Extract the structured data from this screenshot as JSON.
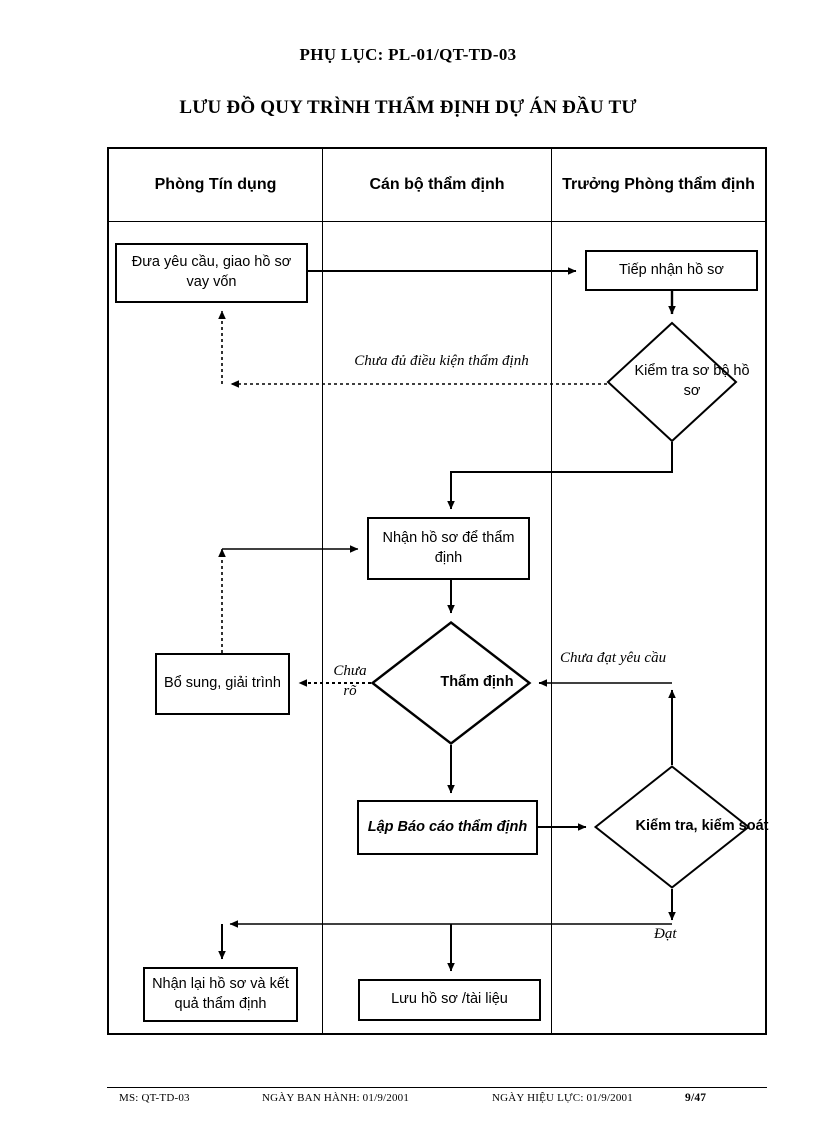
{
  "document": {
    "title_appendix": "PHỤ LỤC:  PL-01/QT-TD-03",
    "title_main": "LƯU ĐỒ QUY TRÌNH THẨM ĐỊNH DỰ ÁN ĐẦU TƯ"
  },
  "lanes": [
    {
      "id": "phong-tin-dung",
      "label": "Phòng Tín dụng"
    },
    {
      "id": "can-bo-tham-dinh",
      "label": "Cán bộ thẩm định"
    },
    {
      "id": "truong-phong-tham-dinh",
      "label": "Trưởng Phòng thẩm định"
    }
  ],
  "nodes": [
    {
      "id": "dua-yeu-cau",
      "label": "Đưa yêu cầu, giao hồ sơ vay vốn",
      "shape": "rect",
      "lane": 0
    },
    {
      "id": "tiep-nhan-ho-so",
      "label": "Tiếp nhận hồ sơ",
      "shape": "rect",
      "lane": 2
    },
    {
      "id": "kiem-tra-so-bo",
      "label": "Kiểm tra sơ bộ hồ sơ",
      "shape": "diamond",
      "lane": 2
    },
    {
      "id": "nhan-ho-so-de-tham-dinh",
      "label": "Nhận hồ sơ để thẩm định",
      "shape": "rect",
      "lane": 1
    },
    {
      "id": "bo-sung-giai-trinh",
      "label": "Bổ sung, giải trình",
      "shape": "rect",
      "lane": 0
    },
    {
      "id": "tham-dinh",
      "label": "Thẩm định",
      "shape": "diamond",
      "lane": 1
    },
    {
      "id": "lap-bao-cao-tham-dinh",
      "label": "Lập Báo cáo thẩm định",
      "shape": "rect",
      "lane": 1
    },
    {
      "id": "kiem-tra-kiem-soat",
      "label": "Kiểm tra, kiểm soát",
      "shape": "diamond",
      "lane": 2
    },
    {
      "id": "nhan-lai-ho-so",
      "label": "Nhận lại hồ sơ và kết quả thẩm định",
      "shape": "rect",
      "lane": 0
    },
    {
      "id": "luu-ho-so",
      "label": "Lưu hồ sơ /tài liệu",
      "shape": "rect",
      "lane": 1
    }
  ],
  "edge_labels": [
    {
      "id": "chua-du-dieu-kien",
      "text": "Chưa đủ điều kiện thẩm định"
    },
    {
      "id": "chua-ro",
      "text": "Chưa\nrõ"
    },
    {
      "id": "chua-dat-yeu-cau",
      "text": "Chưa đạt yêu cầu"
    },
    {
      "id": "dat",
      "text": "Đạt"
    }
  ],
  "footer": {
    "code": "MS: QT-TD-03",
    "issue_date": "NGÀY BAN HÀNH: 01/9/2001",
    "effective_date": "NGÀY HIỆU LỰC: 01/9/2001",
    "page": "9/47"
  },
  "colors": {
    "line": "#000000",
    "background": "#ffffff"
  }
}
